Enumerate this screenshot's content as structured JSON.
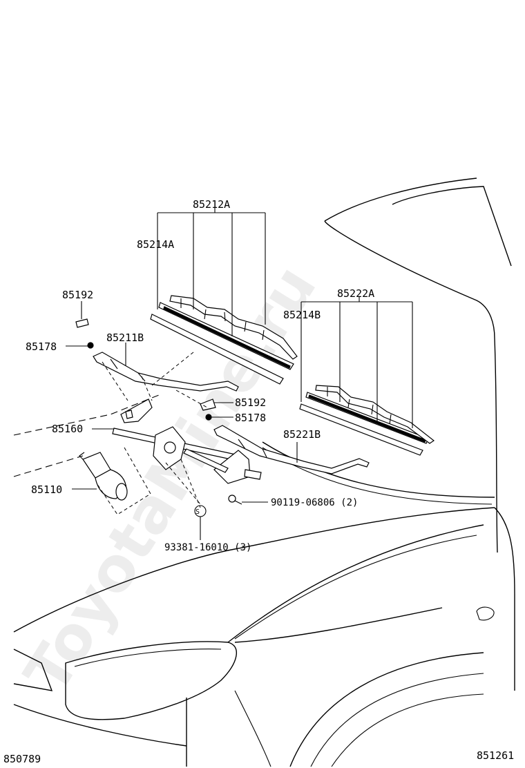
{
  "watermark": "ToyotaMine.ru",
  "parts": {
    "p85212A": "85212A",
    "p85214A": "85214A",
    "p85192_top": "85192",
    "p85178_top": "85178",
    "p85211B": "85211B",
    "p85222A": "85222A",
    "p85214B": "85214B",
    "p85192_mid": "85192",
    "p85178_mid": "85178",
    "p85160": "85160",
    "p85221B": "85221B",
    "p85110": "85110",
    "bolt": "90119-06806 (2)",
    "screw": "93381-16010 (3)",
    "screw_symbol": "S"
  },
  "footer": {
    "left_code": "850789",
    "right_code": "851261"
  }
}
